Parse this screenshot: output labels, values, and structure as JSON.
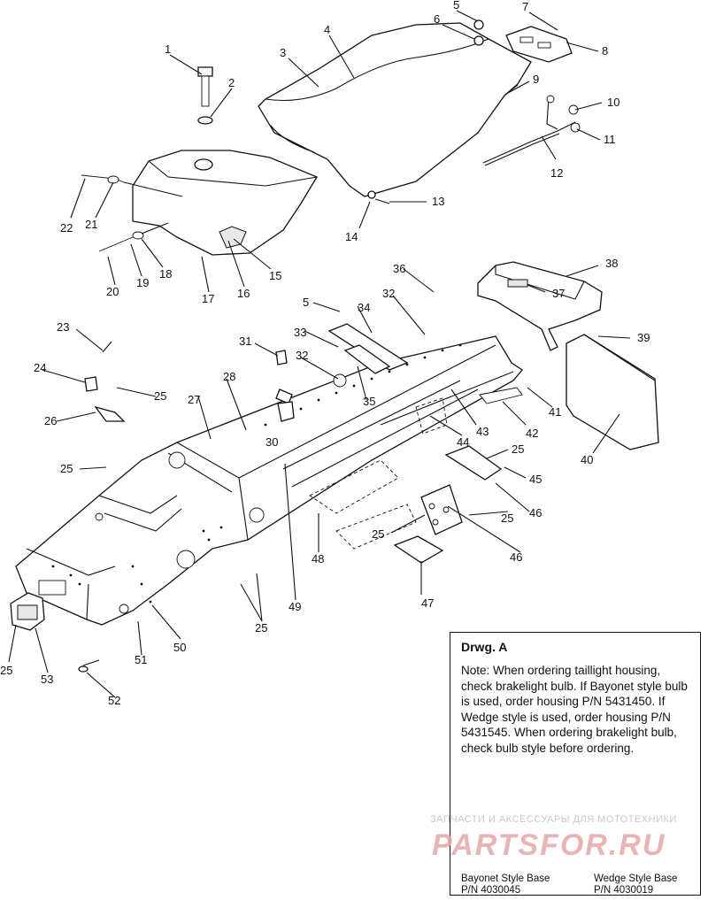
{
  "callouts": [
    "1",
    "2",
    "3",
    "4",
    "5",
    "6",
    "7",
    "8",
    "9",
    "10",
    "11",
    "12",
    "13",
    "14",
    "15",
    "16",
    "17",
    "18",
    "19",
    "20",
    "21",
    "22",
    "23",
    "24",
    "25",
    "26",
    "27",
    "28",
    "30",
    "31",
    "32",
    "33",
    "34",
    "35",
    "36",
    "37",
    "38",
    "39",
    "40",
    "41",
    "42",
    "43",
    "44",
    "45",
    "46",
    "47",
    "48",
    "49",
    "50",
    "51",
    "52",
    "53"
  ],
  "note": {
    "title": "Drwg. A",
    "text": "Note: When ordering taillight housing, check brakelight bulb. If Bayonet style bulb is used, order housing P/N 5431450. If Wedge style is used, order housing P/N 5431545. When ordering brakelight bulb, check bulb style before ordering.",
    "bayonet_label": "Bayonet Style Base",
    "bayonet_pn": "P/N 4030045",
    "wedge_label": "Wedge Style Base",
    "wedge_pn": "P/N 4030019"
  },
  "watermark": {
    "line": "ЗАПЧАСТИ И АКСЕССУАРЫ ДЛЯ МОТОТЕХНИКИ",
    "logo": "PARTSFOR.RU"
  }
}
